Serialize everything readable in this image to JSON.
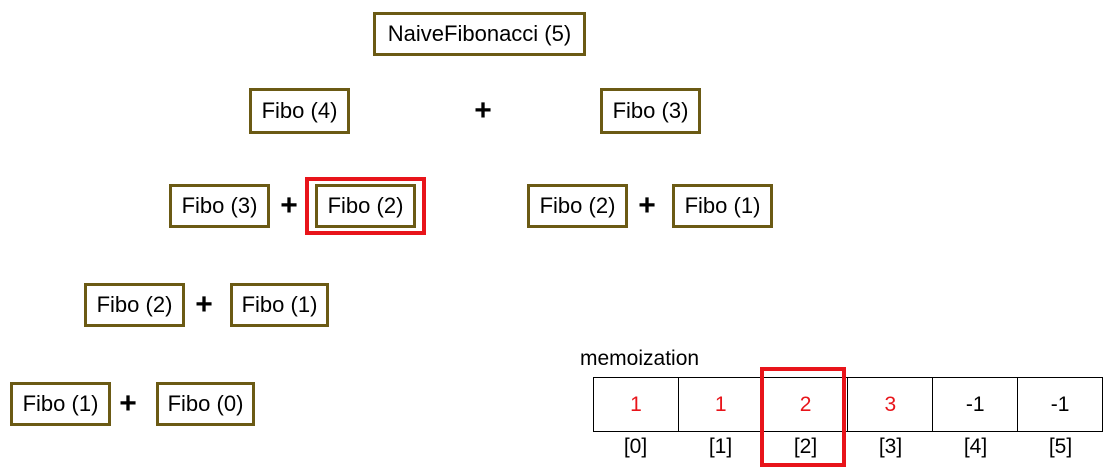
{
  "tree": {
    "root": "NaiveFibonacci (5)",
    "level1": {
      "left": "Fibo (4)",
      "op": "+",
      "right": "Fibo (3)"
    },
    "level2": {
      "left_a": "Fibo (3)",
      "op_left": "+",
      "left_b": "Fibo (2)",
      "right_a": "Fibo (2)",
      "op_right": "+",
      "right_b": "Fibo (1)"
    },
    "level3": {
      "a": "Fibo (2)",
      "op": "+",
      "b": "Fibo (1)"
    },
    "level4": {
      "a": "Fibo (1)",
      "op": "+",
      "b": "Fibo (0)"
    }
  },
  "memo": {
    "title": "memoization",
    "cells": [
      {
        "value": "1",
        "index": "[0]",
        "color": "#e8141a"
      },
      {
        "value": "1",
        "index": "[1]",
        "color": "#e8141a"
      },
      {
        "value": "2",
        "index": "[2]",
        "color": "#e8141a"
      },
      {
        "value": "3",
        "index": "[3]",
        "color": "#e8141a"
      },
      {
        "value": "-1",
        "index": "[4]",
        "color": "#000000"
      },
      {
        "value": "-1",
        "index": "[5]",
        "color": "#000000"
      }
    ]
  },
  "colors": {
    "node_border": "#6b5a14",
    "highlight": "#e8141a"
  }
}
